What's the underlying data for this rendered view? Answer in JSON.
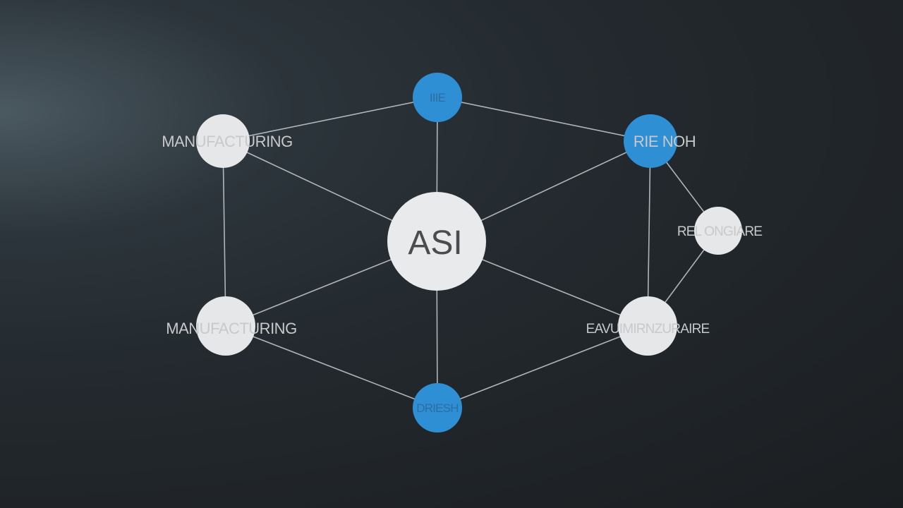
{
  "diagram": {
    "center": {
      "label": "ASI",
      "color": "#e9eaeb"
    },
    "nodes": [
      {
        "id": "top",
        "label": "IIIE",
        "color": "#2f8fd4"
      },
      {
        "id": "top-right",
        "label": "RIE NOH",
        "color": "#2f8fd4"
      },
      {
        "id": "right",
        "label": "REL ONGIARE",
        "color": "#e6e7e8"
      },
      {
        "id": "bottom-right",
        "label": "EAVUIMIRNZURAIRE",
        "color": "#e6e7e8"
      },
      {
        "id": "bottom",
        "label": "DRIESH",
        "color": "#2f8fd4"
      },
      {
        "id": "bottom-left",
        "label": "MANUFACTURING",
        "color": "#e6e7e8"
      },
      {
        "id": "top-left",
        "label": "MANUFACTURING",
        "color": "#e6e7e8"
      }
    ],
    "edges": [
      [
        "center",
        "top"
      ],
      [
        "center",
        "top-right"
      ],
      [
        "center",
        "bottom-right"
      ],
      [
        "center",
        "bottom"
      ],
      [
        "center",
        "bottom-left"
      ],
      [
        "center",
        "top-left"
      ],
      [
        "top-left",
        "top"
      ],
      [
        "top",
        "top-right"
      ],
      [
        "top-right",
        "right"
      ],
      [
        "right",
        "bottom-right"
      ],
      [
        "top-right",
        "bottom-right"
      ],
      [
        "bottom-right",
        "bottom"
      ],
      [
        "bottom",
        "bottom-left"
      ],
      [
        "bottom-left",
        "top-left"
      ]
    ]
  },
  "colors": {
    "accent_blue": "#2f8fd4",
    "node_white": "#e6e7e8",
    "edge": "#c9cdd0",
    "label": "#c7c9cb"
  }
}
